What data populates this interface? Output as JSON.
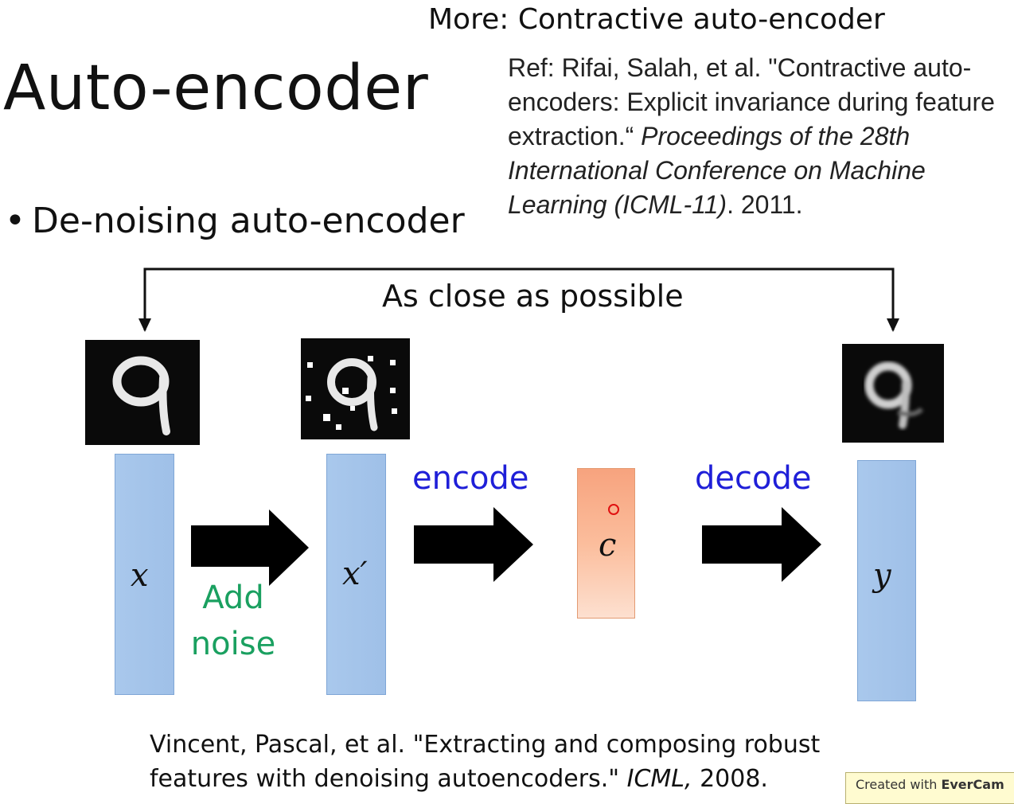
{
  "title": "Auto-encoder",
  "more_heading": "More: Contractive auto-encoder",
  "reference": {
    "prefix": "Ref: Rifai, Salah, et al. \"Contractive auto-encoders: Explicit invariance during feature extraction.“",
    "venue": "Proceedings of the 28th International Conference on Machine Learning (ICML-11)",
    "year": ". 2011."
  },
  "bullet": {
    "symbol": "•",
    "text": "De-noising auto-encoder"
  },
  "diagram": {
    "top_label": "As close as possible",
    "input_var": "x",
    "noisy_var": "x′",
    "code_var": "c",
    "output_var": "y",
    "add_noise_line1": "Add",
    "add_noise_line2": "noise",
    "encode_label": "encode",
    "decode_label": "decode",
    "colors": {
      "vector": "#a9c8ec",
      "code": "#f7a37e",
      "encode_decode_text": "#1f1fd8",
      "noise_text": "#1aa060"
    }
  },
  "citation": {
    "prefix": "Vincent, Pascal, et al. \"Extracting and composing robust features with denoising autoencoders.\"",
    "venue": "ICML,",
    "year": " 2008."
  },
  "watermark": {
    "prefix": "Created with ",
    "brand": "EverCam"
  }
}
